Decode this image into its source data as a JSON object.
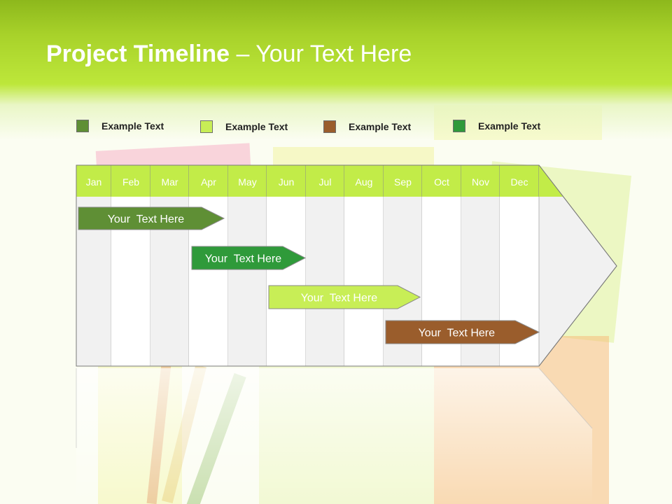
{
  "title": {
    "bold": "Project Timeline",
    "rest": " – Your Text Here"
  },
  "legend": [
    {
      "label": "Example Text",
      "color": "#5f8f35"
    },
    {
      "label": "Example Text",
      "color": "#c8ee56"
    },
    {
      "label": "Example Text",
      "color": "#9a5d2c"
    },
    {
      "label": "Example Text",
      "color": "#2f9a3a"
    }
  ],
  "timeline": {
    "months": [
      "Jan",
      "Feb",
      "Mar",
      "Apr",
      "May",
      "Jun",
      "Jul",
      "Aug",
      "Sep",
      "Oct",
      "Nov",
      "Dec"
    ],
    "header_color": "#c2ec48",
    "tasks": [
      {
        "label": "Your  Text Here",
        "color": "#5f8f35",
        "text_color": "#ffffff"
      },
      {
        "label": "Your  Text Here",
        "color": "#2f9a3a",
        "text_color": "#ffffff"
      },
      {
        "label": "Your  Text Here",
        "color": "#c8ee56",
        "text_color": "#ffffff"
      },
      {
        "label": "Your  Text Here",
        "color": "#9a5d2c",
        "text_color": "#ffffff"
      }
    ]
  }
}
